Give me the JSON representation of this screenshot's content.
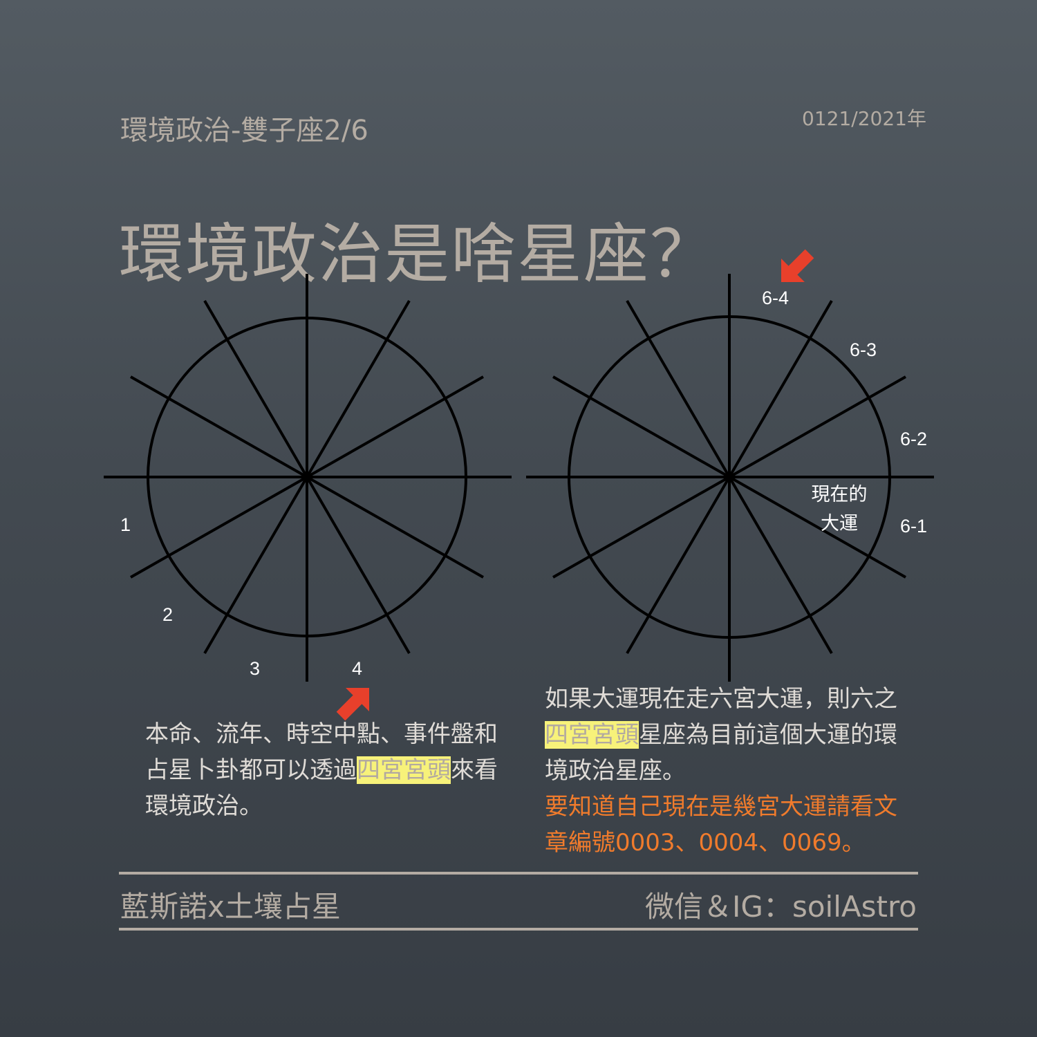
{
  "header": {
    "series_title": "環境政治-雙子座2/6",
    "date": "0121/2021年"
  },
  "main_title": "環境政治是啥星座？",
  "left_chart": {
    "house_labels": [
      "1",
      "2",
      "3",
      "4"
    ]
  },
  "right_chart": {
    "house_labels": [
      "6-1",
      "6-2",
      "6-3",
      "6-4"
    ],
    "center_label_line1": "現在的",
    "center_label_line2": "大運"
  },
  "left_text": {
    "part1": "本命、流年、時空中點、事件盤和占星卜卦都可以透過",
    "highlight": "四宮宮頭",
    "part2": "來看環境政治。"
  },
  "right_text": {
    "part1": "如果大運現在走六宮大運，則六之",
    "highlight": "四宮宮頭",
    "part2": "星座為目前這個大運的環境政治星座。",
    "note": "要知道自己現在是幾宮大運請看文章編號0003、0004、0069。"
  },
  "footer": {
    "left": "藍斯諾x土壤占星",
    "right": "微信＆IG：soilAstro"
  },
  "colors": {
    "text_tan": "#b4aca3",
    "highlight": "#f7f27a",
    "note_orange": "#f07b2c",
    "arrow_red": "#e8402b"
  }
}
